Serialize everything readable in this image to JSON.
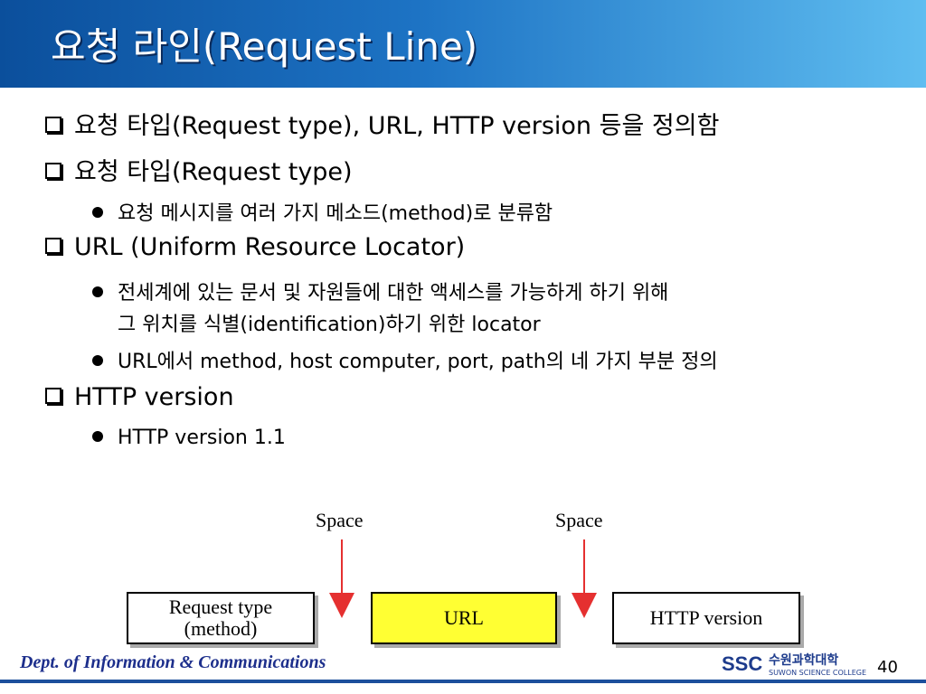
{
  "slide": {
    "title": "요청 라인(Request Line)",
    "bullets": [
      {
        "text": "요청 타입(Request type), URL, HTTP version 등을 정의함"
      },
      {
        "text": "요청 타입(Request type)"
      },
      {
        "text": "요청 메시지를 여러 가지 메소드(method)로 분류함"
      },
      {
        "text": "URL (Uniform Resource Locator)"
      },
      {
        "text": "전세계에 있는 문서 및 자원들에 대한 액세스를 가능하게 하기 위해",
        "cont": "그 위치를 식별(identification)하기 위한 locator"
      },
      {
        "text": "URL에서 method, host computer, port, path의 네 가지 부분 정의"
      },
      {
        "text": "HTTP version"
      },
      {
        "text": "HTTP version 1.1"
      }
    ]
  },
  "diagram": {
    "space_label_1": "Space",
    "space_label_2": "Space",
    "box1_line1": "Request type",
    "box1_line2": "(method)",
    "box2": "URL",
    "box3": "HTTP version",
    "colors": {
      "url_fill": "#ffff33",
      "arrow": "#e53030"
    }
  },
  "footer": {
    "dept": "Dept. of  Information & Communications",
    "page": "40",
    "logo_ssc": "SSC",
    "logo_kr": "수원과학대학",
    "logo_en": "SUWON SCIENCE COLLEGE"
  }
}
